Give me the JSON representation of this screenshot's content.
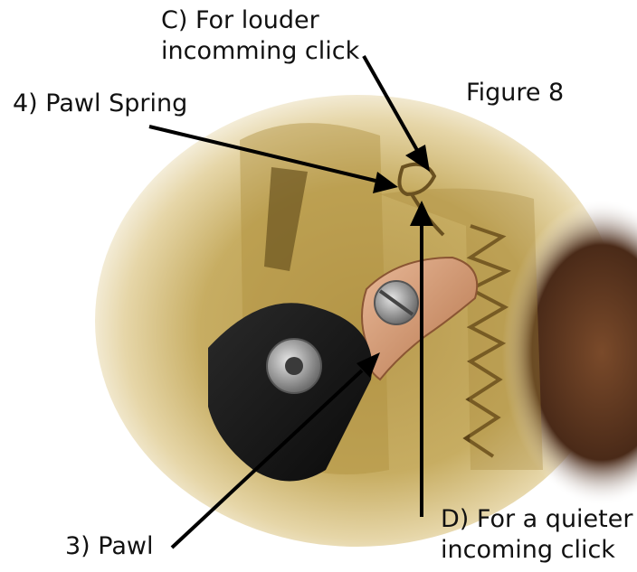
{
  "figure_label": "Figure 8",
  "callouts": {
    "c_line1": "C) For louder",
    "c_line2": "incomming click",
    "spring": "4) Pawl Spring",
    "pawl": "3) Pawl",
    "d_line1": "D) For a quieter",
    "d_line2": "incoming click"
  },
  "colors": {
    "brass": "#c9b06a",
    "brass_dark": "#8a6f2c",
    "copper": "#d49a74",
    "black_plate": "#141414",
    "arrow": "#000000"
  }
}
